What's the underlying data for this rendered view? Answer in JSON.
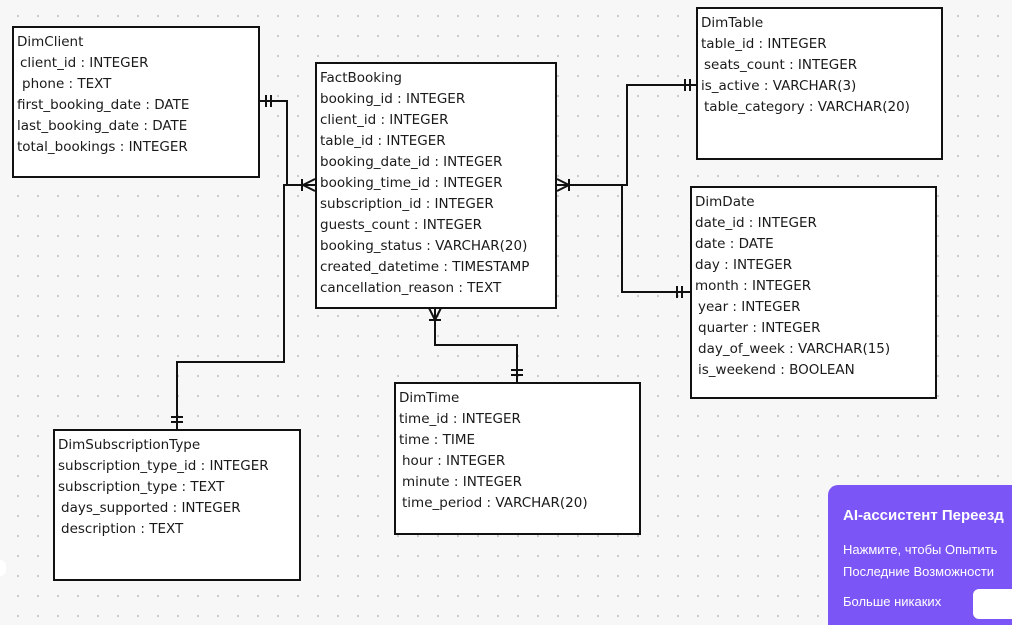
{
  "canvas": {
    "background": "#f7f7f7",
    "grid": "dotted"
  },
  "entities": {
    "dimclient": {
      "title": "DimClient",
      "fields": [
        "client_id : INTEGER",
        "phone : TEXT",
        "first_booking_date : DATE",
        "last_booking_date : DATE",
        "total_bookings : INTEGER"
      ]
    },
    "factbooking": {
      "title": "FactBooking",
      "fields": [
        "booking_id : INTEGER",
        "client_id : INTEGER",
        "table_id : INTEGER",
        "booking_date_id : INTEGER",
        "booking_time_id : INTEGER",
        "subscription_id : INTEGER",
        "guests_count : INTEGER",
        "booking_status : VARCHAR(20)",
        "created_datetime : TIMESTAMP",
        "cancellation_reason : TEXT"
      ]
    },
    "dimtable": {
      "title": "DimTable",
      "fields": [
        "table_id : INTEGER",
        "seats_count : INTEGER",
        "is_active : VARCHAR(3)",
        "table_category : VARCHAR(20)"
      ]
    },
    "dimdate": {
      "title": "DimDate",
      "fields": [
        "date_id : INTEGER",
        "date : DATE",
        "day : INTEGER",
        "month : INTEGER",
        "year : INTEGER",
        "quarter : INTEGER",
        "day_of_week : VARCHAR(15)",
        "is_weekend : BOOLEAN"
      ]
    },
    "dimtime": {
      "title": "DimTime",
      "fields": [
        "time_id : INTEGER",
        "time : TIME",
        "hour : INTEGER",
        "minute : INTEGER",
        "time_period : VARCHAR(20)"
      ]
    },
    "dimsubscriptiontype": {
      "title": "DimSubscriptionType",
      "fields": [
        "subscription_type_id : INTEGER",
        "subscription_type : TEXT",
        "days_supported : INTEGER",
        "description : TEXT"
      ]
    }
  },
  "relationships": [
    {
      "from": "DimClient",
      "to": "FactBooking",
      "from_cardinality": "one",
      "to_cardinality": "many"
    },
    {
      "from": "DimTable",
      "to": "FactBooking",
      "from_cardinality": "one",
      "to_cardinality": "many"
    },
    {
      "from": "DimDate",
      "to": "FactBooking",
      "from_cardinality": "one",
      "to_cardinality": "many"
    },
    {
      "from": "DimTime",
      "to": "FactBooking",
      "from_cardinality": "one",
      "to_cardinality": "many"
    },
    {
      "from": "DimSubscriptionType",
      "to": "FactBooking",
      "from_cardinality": "one",
      "to_cardinality": "many"
    }
  ],
  "ai_assistant": {
    "title": "AI-ассистент Переезд",
    "line1": "Нажмите, чтобы Опытить",
    "line2": "Последние Возможности",
    "line3": "Больше никаких",
    "accent": "#7b55f5"
  }
}
